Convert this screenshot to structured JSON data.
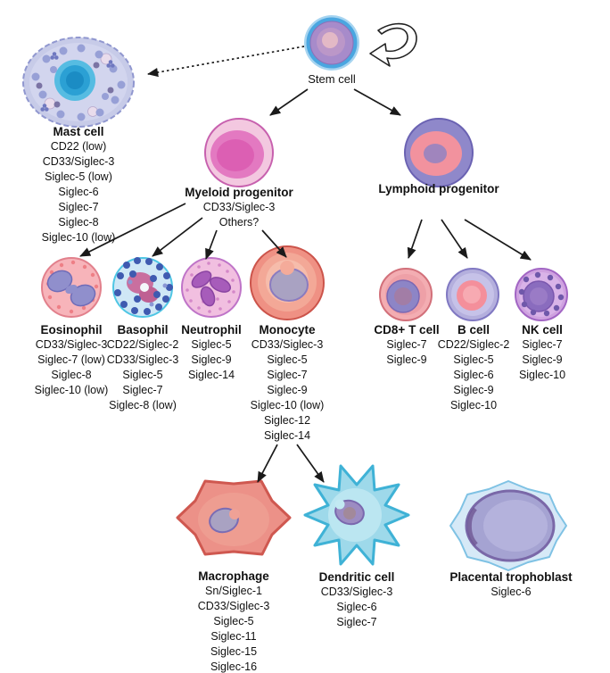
{
  "cells": {
    "stem": {
      "name": "Stem cell",
      "markers": []
    },
    "mast": {
      "name": "Mast cell",
      "markers": [
        "CD22 (low)",
        "CD33/Siglec-3",
        "Siglec-5 (low)",
        "Siglec-6",
        "Siglec-7",
        "Siglec-8",
        "Siglec-10 (low)"
      ]
    },
    "myeloid_progenitor": {
      "name": "Myeloid progenitor",
      "markers": [
        "CD33/Siglec-3",
        "Others?"
      ]
    },
    "lymphoid_progenitor": {
      "name": "Lymphoid progenitor",
      "markers": []
    },
    "eosinophil": {
      "name": "Eosinophil",
      "markers": [
        "CD33/Siglec-3",
        "Siglec-7 (low)",
        "Siglec-8",
        "Siglec-10 (low)"
      ]
    },
    "basophil": {
      "name": "Basophil",
      "markers": [
        "CD22/Siglec-2",
        "CD33/Siglec-3",
        "Siglec-5",
        "Siglec-7",
        "Siglec-8 (low)"
      ]
    },
    "neutrophil": {
      "name": "Neutrophil",
      "markers": [
        "Siglec-5",
        "Siglec-9",
        "Siglec-14"
      ]
    },
    "monocyte": {
      "name": "Monocyte",
      "markers": [
        "CD33/Siglec-3",
        "Siglec-5",
        "Siglec-7",
        "Siglec-9",
        "Siglec-10 (low)",
        "Siglec-12",
        "Siglec-14"
      ]
    },
    "cd8_t_cell": {
      "name": "CD8+ T cell",
      "markers": [
        "Siglec-7",
        "Siglec-9"
      ]
    },
    "b_cell": {
      "name": "B cell",
      "markers": [
        "CD22/Siglec-2",
        "Siglec-5",
        "Siglec-6",
        "Siglec-9",
        "Siglec-10"
      ]
    },
    "nk_cell": {
      "name": "NK cell",
      "markers": [
        "Siglec-7",
        "Siglec-9",
        "Siglec-10"
      ]
    },
    "macrophage": {
      "name": "Macrophage",
      "markers": [
        "Sn/Siglec-1",
        "CD33/Siglec-3",
        "Siglec-5",
        "Siglec-11",
        "Siglec-15",
        "Siglec-16"
      ]
    },
    "dendritic": {
      "name": "Dendritic cell",
      "markers": [
        "CD33/Siglec-3",
        "Siglec-6",
        "Siglec-7"
      ]
    },
    "trophoblast": {
      "name": "Placental trophoblast",
      "markers": [
        "Siglec-6"
      ]
    }
  },
  "palette": {
    "arrow_black": "#1a1a1a",
    "stem_blue_ring": "#3f9fdc",
    "stem_purple": "#a78bca",
    "mast_lavender": "#c7cbe8",
    "mast_nucleus_cyan": "#2ba0d4",
    "myeloid_pink": "#e379c1",
    "lymphoid_purple": "#8f88ca",
    "eosinophil_pink": "#f7b4ba",
    "basophil_blue": "#cfe7f6",
    "basophil_granule": "#3f5ab0",
    "neutrophil_pink": "#f1bfe0",
    "monocyte_salmon": "#ef9184",
    "nucleus_purple": "#9286c6",
    "dendritic_cyan": "#9ed9ea",
    "macrophage_red": "#ec9188",
    "trophoblast_blue": "#d6e9f7",
    "trophoblast_purple": "#a5a3d2"
  }
}
